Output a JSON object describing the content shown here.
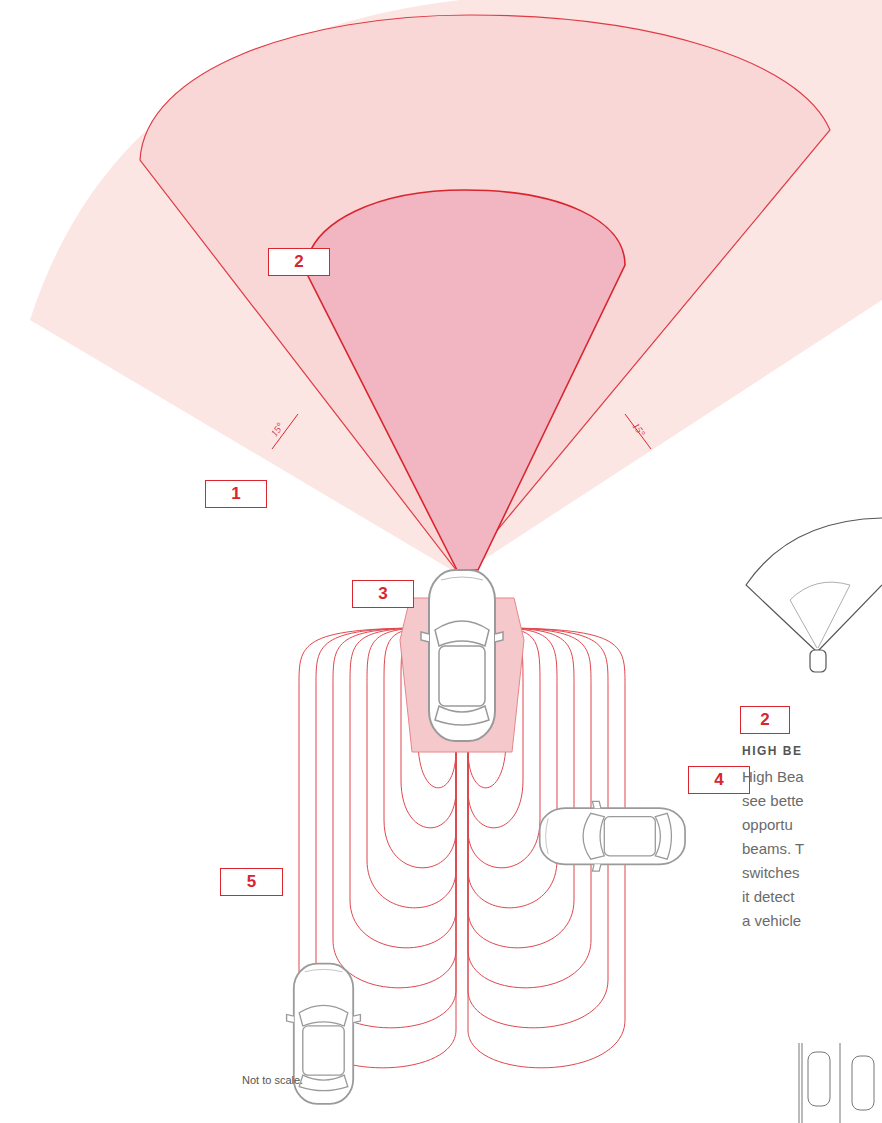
{
  "diagram": {
    "nodes": [
      {
        "text": [
          "2"
        ]
      },
      {
        "text": [
          "1"
        ]
      },
      {
        "text": [
          "3"
        ]
      },
      {
        "text": [
          "2"
        ]
      },
      {
        "text": [
          "4"
        ]
      },
      {
        "text": [
          "5"
        ]
      }
    ],
    "labels": [
      "15°",
      "15°",
      "HIGH BE",
      "High Bea",
      "see bette",
      "opportu",
      "beams. T",
      "switches",
      "it detect",
      "a vehicle",
      "Not to scale."
    ]
  }
}
